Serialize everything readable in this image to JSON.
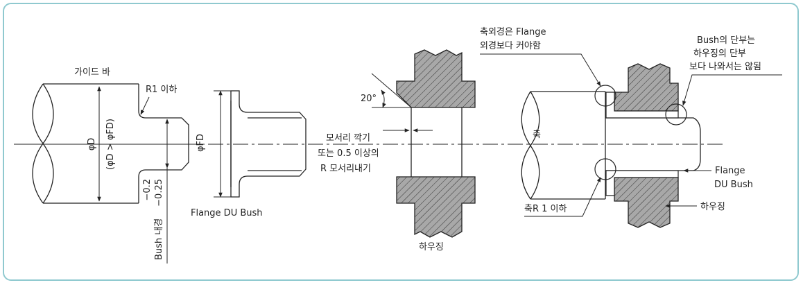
{
  "colors": {
    "frame_border": "#8fc9cf",
    "line": "#222222",
    "hatch_fill": "#a8a8a8"
  },
  "labels": {
    "guide_bar": "가이드 바",
    "r1_below": "R1 이하",
    "phi_d": "φD",
    "phi_d_condition": "(φD > φFD)",
    "tol_upper": "−0.2",
    "tol_lower": "−0.25",
    "bush_inner_dia": "Bush 내경",
    "phi_fd": "φFD",
    "flange_du_bush": "Flange DU Bush",
    "angle_20": "20°",
    "chamfer_line1": "모서리 깍기",
    "chamfer_line2": "또는 0.5 이상의",
    "chamfer_line3": "R 모서리내기",
    "housing_center": "하우징",
    "shaft_od_line1": "축외경은 Flange",
    "shaft_od_line2": "외경보다 커야함",
    "bush_end_line1": "Bush의 단부는",
    "bush_end_line2": "하우징의 단부",
    "bush_end_line3": "보다 나와서는 않됨",
    "shaft": "축",
    "flange_du_bush_right_1": "Flange",
    "flange_du_bush_right_2": "DU Bush",
    "shaft_r1": "축R 1 이하",
    "housing_right": "하우징"
  }
}
